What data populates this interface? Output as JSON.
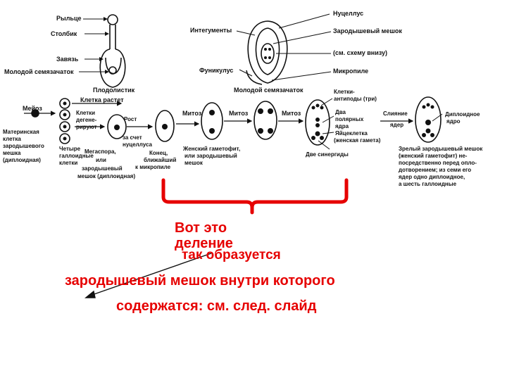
{
  "top_left": {
    "stigma": "Рыльце",
    "style": "Столбик",
    "ovary": "Завязь",
    "young_ovule": "Молодой семязачаток",
    "carpel": "Плодолистик"
  },
  "top_right": {
    "nucellus": "Нуцеллус",
    "integuments": "Интегументы",
    "embryo_sac": "Зародышевый мешок",
    "see_scheme": "(см. схему внизу)",
    "funiculus": "Фуникулус",
    "micropyle": "Микропиле",
    "young_ovule": "Молодой семязачаток"
  },
  "row": {
    "meiosis": "Мейоз",
    "cell_grows": "Клетка растет",
    "mother_cell": [
      "Материнская",
      "клетка",
      "зародышевого",
      "мешка",
      "(диплоидная)"
    ],
    "degenerating": [
      "Клетки",
      "дегене-",
      "рируют"
    ],
    "four_haploid": [
      "Четыре",
      "галлоидные",
      "клетки"
    ],
    "growth": [
      "Рост",
      "за счет",
      "нуцеллуса"
    ],
    "megaspore": [
      "Мегаспора,",
      "или",
      "зародышевый",
      "мешок (диплоидная)"
    ],
    "mitosis": "Митоз",
    "end_near": [
      "Конец,",
      "ближайший",
      "к микропиле"
    ],
    "female_gametophyte": [
      "Женский гаметофит,",
      "или  зародышевый",
      "мешок"
    ],
    "antipodal": [
      "Клетки-",
      "антиподы (три)"
    ],
    "polar_nuclei": [
      "Два",
      "полярных",
      "ядра"
    ],
    "egg_cell": [
      "Яйцеклетка",
      "(женская гамета)"
    ],
    "synergids": "Две синергиды",
    "fusion": [
      "Слияние",
      "ядер"
    ],
    "diploid_nucleus": [
      "Диплоидное",
      "ядро"
    ],
    "mature_sac": [
      "Зрелый зародышевый мешок",
      "(женский гаметофит) не-",
      "посредственно перед опло-",
      "дотворением; из семи его",
      "ядер одно диплоидное,",
      "а шесть галлоидные"
    ]
  },
  "annotation": {
    "deletion": "Вот это деление",
    "forms": "так образуется",
    "line2": "зародышевый мешок внутри которого",
    "line3": "содержатся: см. след. слайд"
  },
  "colors": {
    "accent": "#e60000",
    "ink": "#111111"
  }
}
